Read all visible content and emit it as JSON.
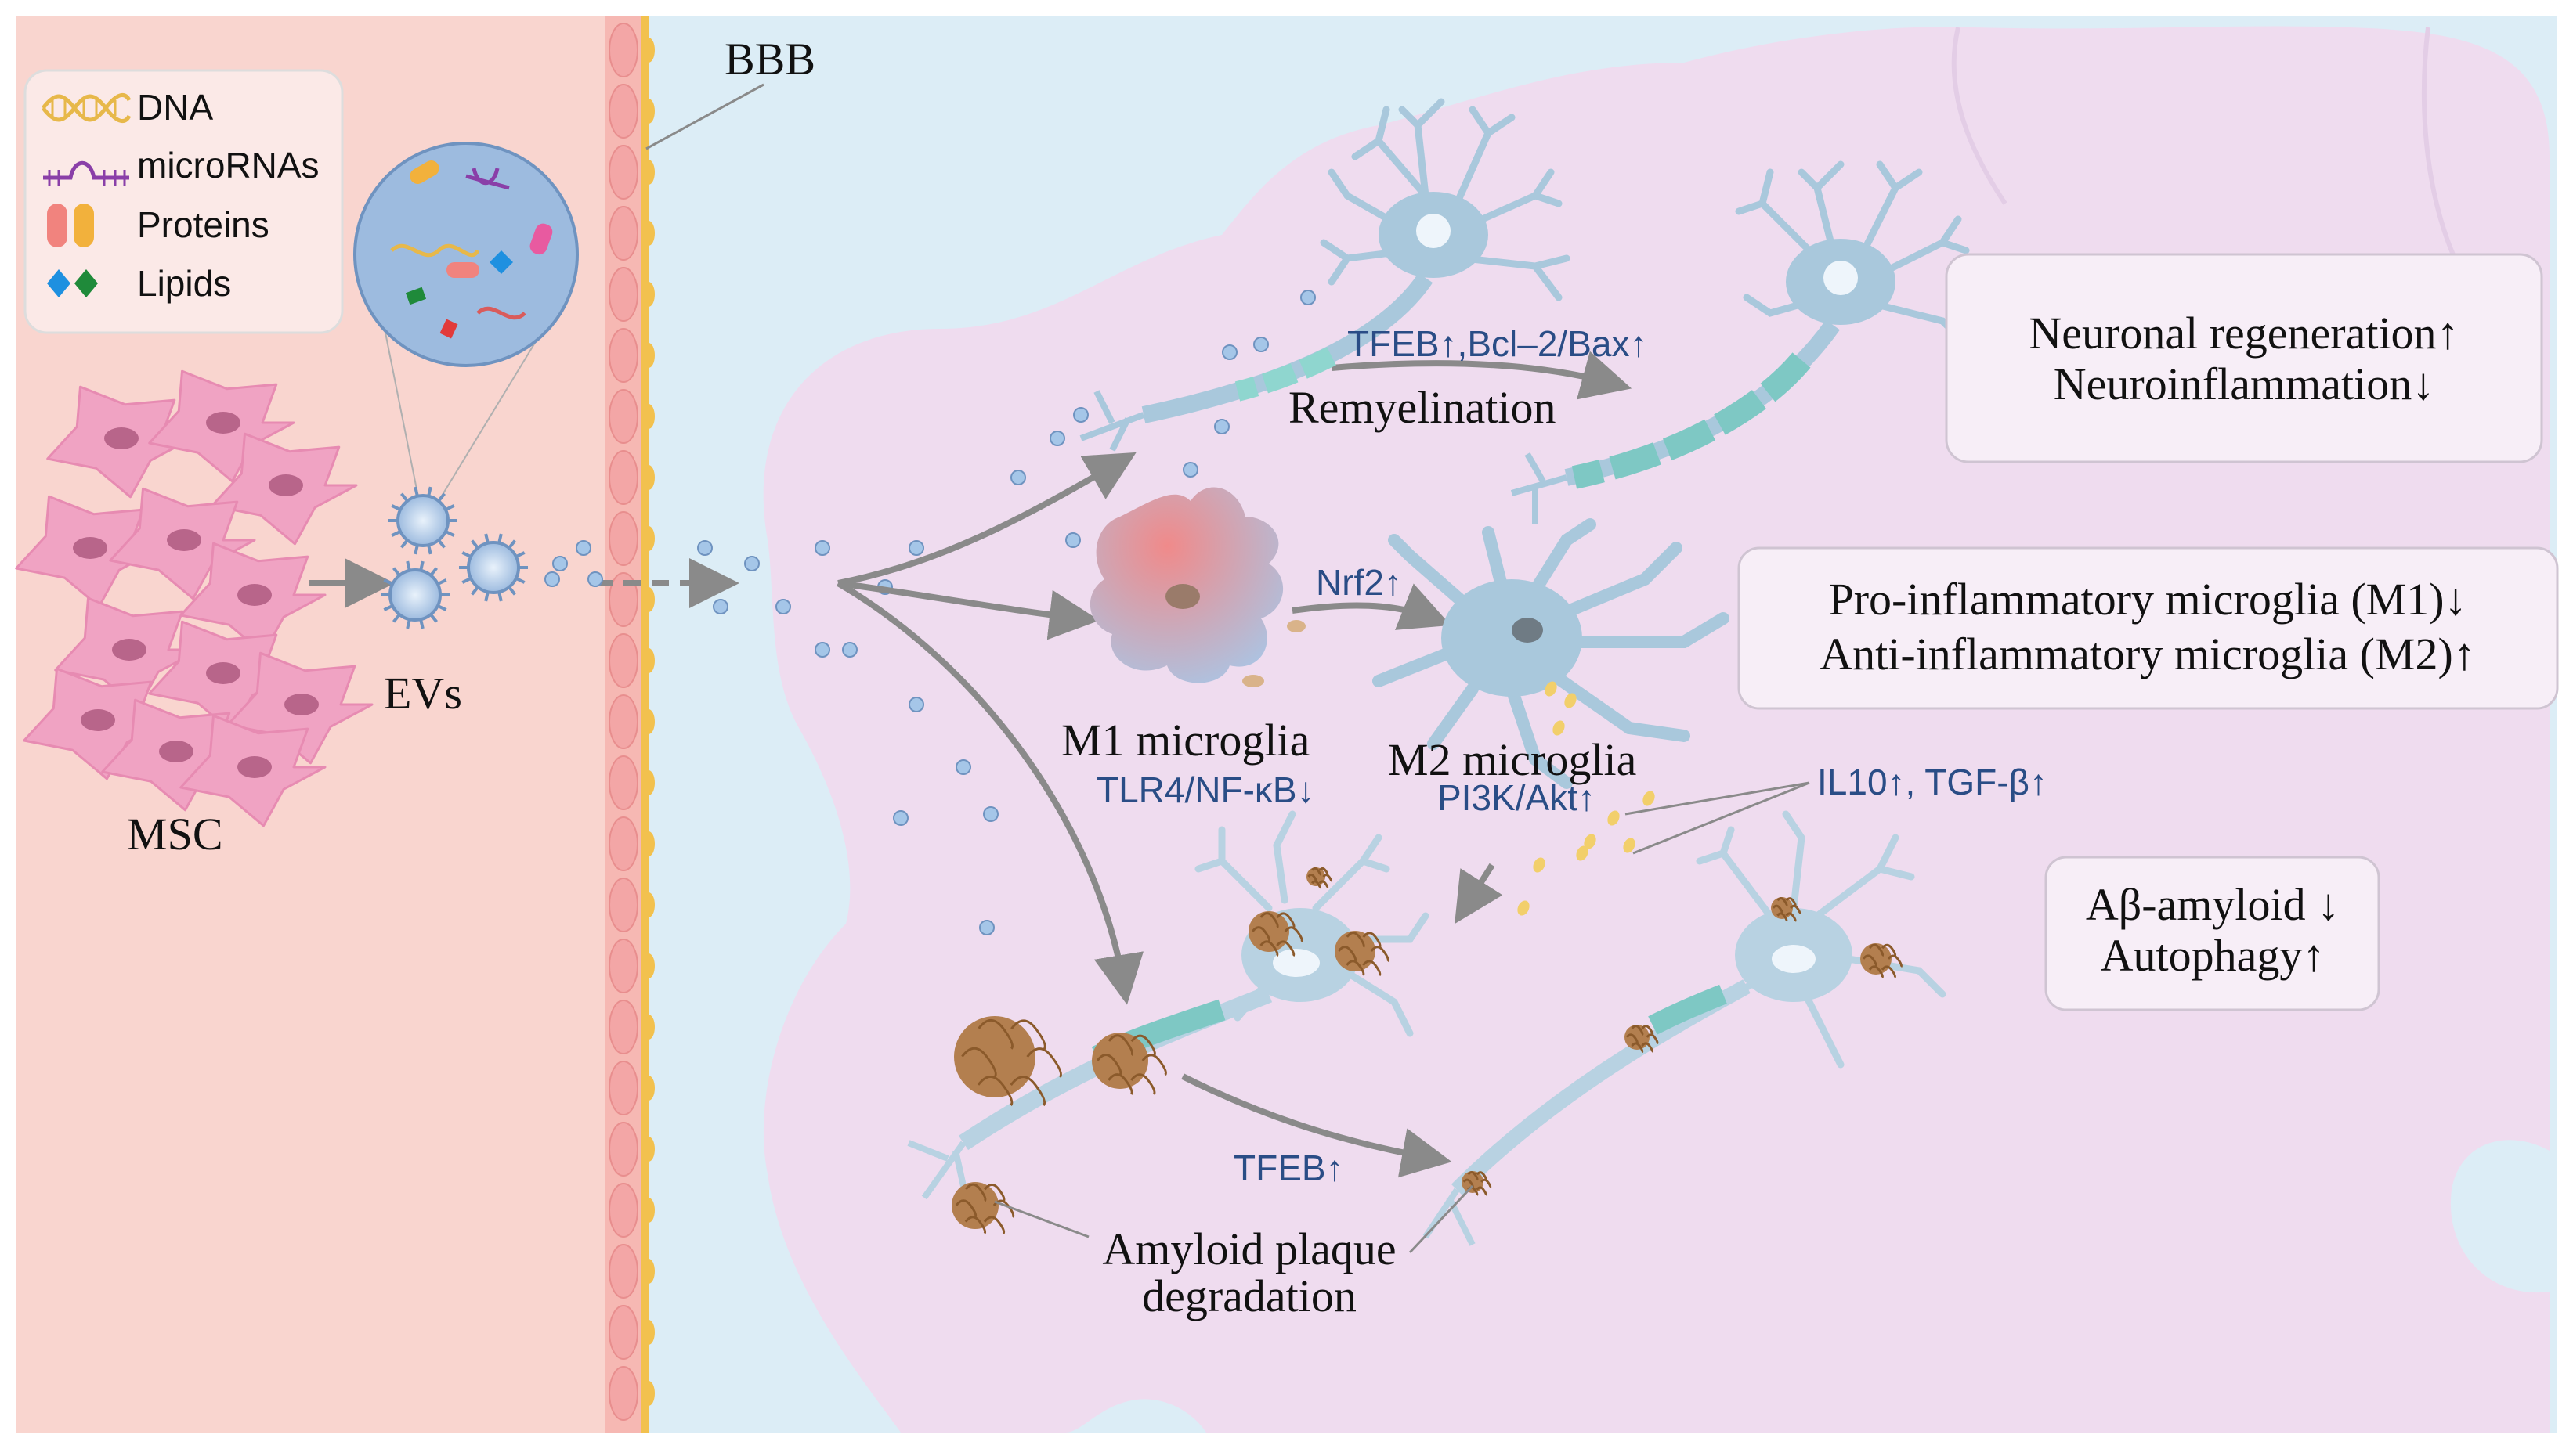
{
  "legend": {
    "items": [
      {
        "icon": "dna-icon",
        "label": "DNA"
      },
      {
        "icon": "microrna-icon",
        "label": "microRNAs"
      },
      {
        "icon": "protein-icon",
        "label": "Proteins"
      },
      {
        "icon": "lipid-icon",
        "label": "Lipids"
      }
    ]
  },
  "labels": {
    "bbb": "BBB",
    "msc": "MSC",
    "evs": "EVs",
    "remyelination": "Remyelination",
    "m1": "M1 microglia",
    "m2": "M2 microglia",
    "amyloid_line1": "Amyloid plaque",
    "amyloid_line2": "degradation"
  },
  "pathways": {
    "tfeb_bcl": "TFEB↑,Bcl–2/Bax↑",
    "nrf2": "Nrf2↑",
    "tlr4": "TLR4/NF-κB↓",
    "pi3k": "PI3K/Akt↑",
    "il10": "IL10↑, TGF-β↑",
    "tfeb": "TFEB↑"
  },
  "outcomes": {
    "box1": [
      "Neuronal regeneration↑",
      "Neuroinflammation↓"
    ],
    "box2": [
      "Pro-inflammatory microglia (M1)↓",
      "Anti-inflammatory microglia (M2)↑"
    ],
    "box3": [
      "Aβ-amyloid ↓",
      "Autophagy↑"
    ]
  },
  "colors": {
    "blood_side": "#f9d5cf",
    "brain_bg": "#dcedf6",
    "brain_tissue": "#efdcef",
    "barrier": "#f6b8b3",
    "barrier_core": "#f2c14e",
    "msc_cell": "#f0a3c3",
    "neuron": "#a9c8dc",
    "myelin": "#7ec8c4",
    "plaque": "#b37f4f",
    "arrow": "#8a8a8a",
    "pathway_text": "#2a4d86"
  }
}
